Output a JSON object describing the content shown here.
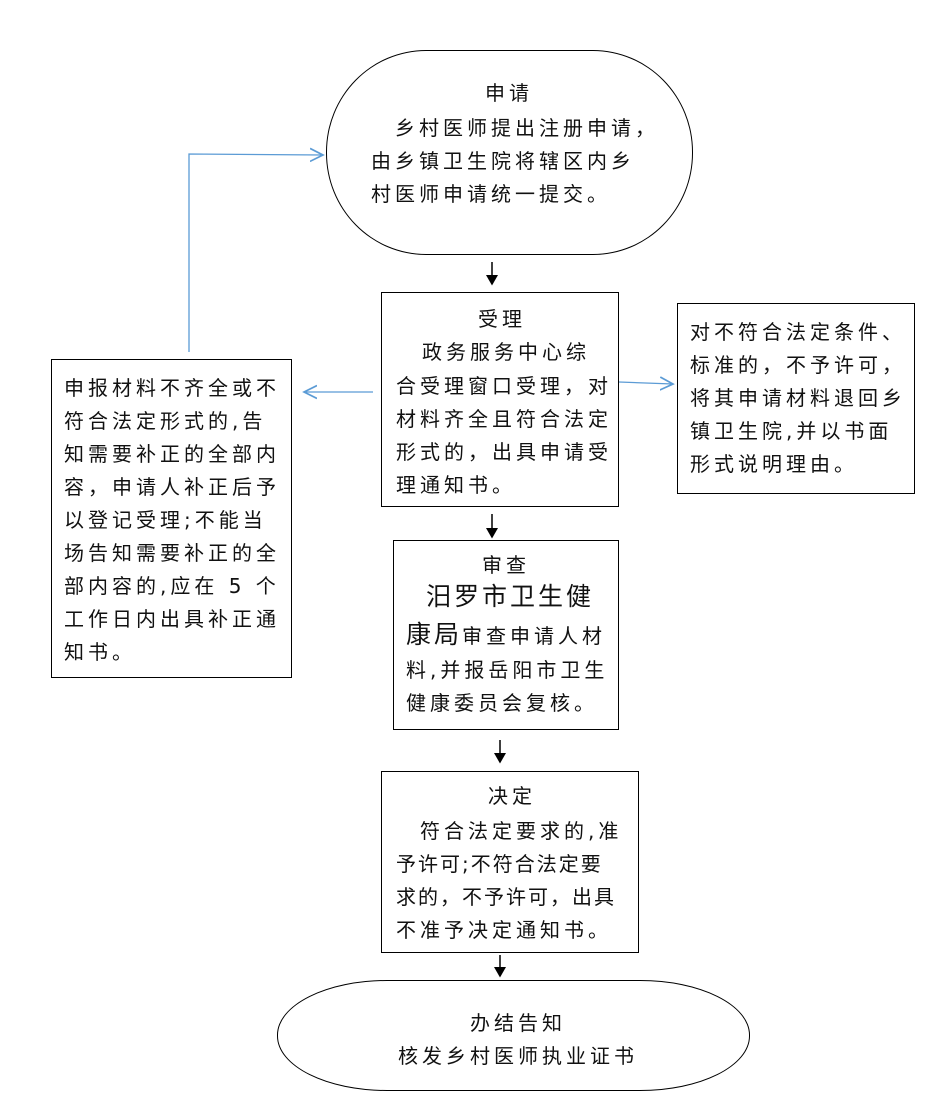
{
  "nodes": {
    "apply": {
      "title": "申请",
      "lines": [
        "乡村医师提出注册申请，",
        "由乡镇卫生院将辖区内乡",
        "村医师申请统一提交。"
      ]
    },
    "accept": {
      "title": "受理",
      "lines": [
        "政务服务中心综",
        "合受理窗口受理，对",
        "材料齐全且符合法定",
        "形式的，出具申请受",
        "理通知书。"
      ]
    },
    "reject": {
      "lines": [
        "对不符合法定条件、",
        "标准的，不予许可，",
        "将其申请材料退回乡",
        "镇卫生院,并以书面",
        "形式说明理由。"
      ]
    },
    "supplement": {
      "lines": [
        "申报材料不齐全或不",
        "符合法定形式的,告",
        "知需要补正的全部内",
        "容，申请人补正后予",
        "以登记受理;不能当",
        "场告知需要补正的全",
        "部内容的,应在 5 个",
        "工作日内出具补正通",
        "知书。"
      ]
    },
    "review": {
      "title": "审查",
      "line1": "汨罗市卫生健",
      "line2_big": "康局",
      "line2_rest": "审查申请人材",
      "line3": "料,并报岳阳市卫生",
      "line4": "健康委员会复核。"
    },
    "decide": {
      "title": "决定",
      "lines": [
        "符合法定要求的,准",
        "予许可;不符合法定要",
        "求的，不予许可，出具",
        "不准予决定通知书。"
      ]
    },
    "finish": {
      "title": "办结告知",
      "line1": "核发乡村医师执业证书"
    }
  },
  "colors": {
    "flow_arrow": "#000000",
    "branch_arrow": "#5b9bd5"
  }
}
